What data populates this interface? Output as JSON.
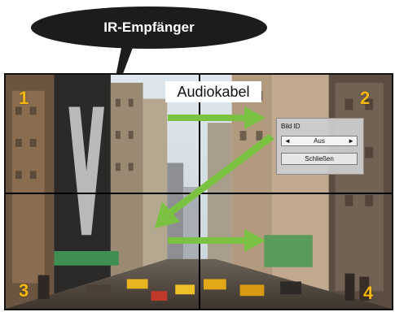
{
  "callout": {
    "label": "IR-Empfänger"
  },
  "audio_label": "Audiokabel",
  "screen_numbers": [
    "1",
    "2",
    "3",
    "4"
  ],
  "osd": {
    "title": "Bild ID",
    "value": "Aus",
    "left_arrow": "◄",
    "right_arrow": "►",
    "close_label": "Schließen"
  },
  "colors": {
    "arrow": "#7cc242",
    "number": "#f5b70a",
    "callout": "#1c1c1c"
  }
}
